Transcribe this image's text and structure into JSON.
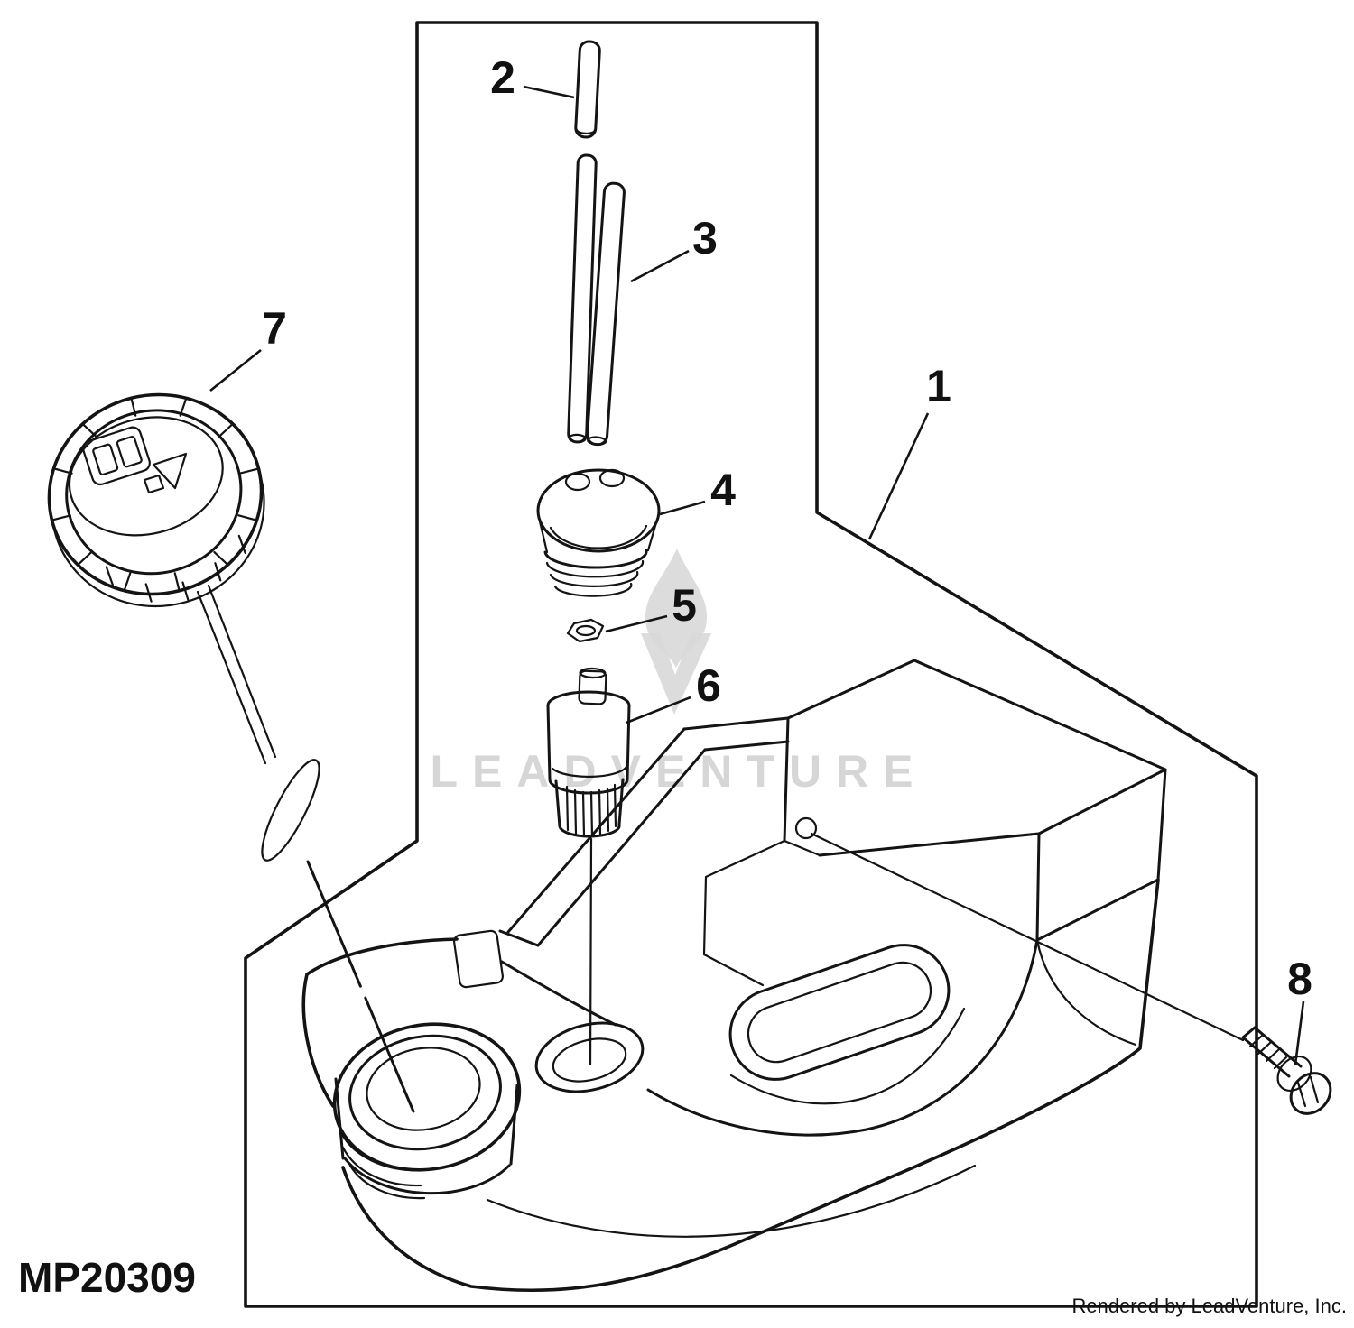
{
  "page": {
    "background_color": "#ffffff",
    "line_color": "#141414",
    "watermark_color": "#d2d2d2"
  },
  "diagram": {
    "drawing_number": "MP20309",
    "credit": "Rendered by LeadVenture, Inc.",
    "watermark_text": "LEADVENTURE",
    "callout_numbers": [
      "1",
      "2",
      "3",
      "4",
      "5",
      "6",
      "7",
      "8"
    ]
  }
}
